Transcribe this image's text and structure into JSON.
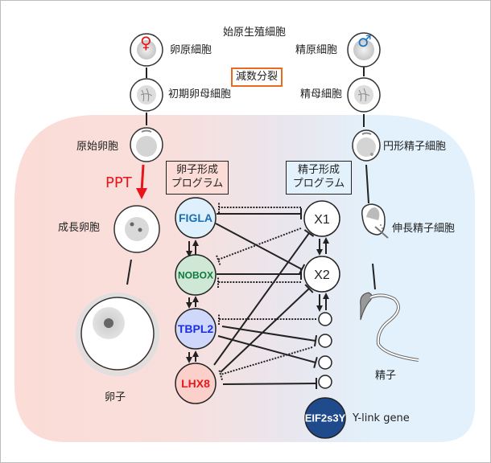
{
  "title": "始原生殖細胞",
  "symbols": {
    "female": "♀",
    "male": "♂"
  },
  "colors": {
    "female_symbol": "#e8141a",
    "male_symbol": "#1a73c5",
    "meiosis_border": "#e86a1a",
    "ppt_arrow": "#e8141a",
    "female_bg": "#fbdcd6",
    "male_bg": "#e2f1fb",
    "figla_fill": "#def0fb",
    "figla_text": "#1b6db5",
    "nobox_fill": "#cfe8d6",
    "nobox_text": "#0e7a3a",
    "tbpl2_fill": "#cfd8fb",
    "tbpl2_text": "#1c2ee0",
    "lhx8_fill": "#fbd0cb",
    "lhx8_text": "#e51a1a",
    "eif_fill": "#1f4a8c",
    "eif_text": "#ffffff"
  },
  "female_lineage": {
    "oogonium": "卵原細胞",
    "primary_oocyte": "初期卵母細胞",
    "primordial_follicle": "原始卵胞",
    "growing_follicle": "成長卵胞",
    "egg": "卵子"
  },
  "male_lineage": {
    "spermatogonium": "精原細胞",
    "spermatocyte": "精母細胞",
    "round_spermatid": "円形精子細胞",
    "elongated_spermatid": "伸長精子細胞",
    "sperm": "精子"
  },
  "meiosis_label": "減数分裂",
  "ppt_label": "PPT",
  "oogenesis_program": {
    "line1": "卵子形成",
    "line2": "プログラム"
  },
  "spermatogenesis_program": {
    "line1": "精子形成",
    "line2": "プログラム"
  },
  "female_genes": [
    "FIGLA",
    "NOBOX",
    "TBPL2",
    "LHX8"
  ],
  "male_genes": [
    "X1",
    "X2",
    "",
    "",
    "",
    ""
  ],
  "y_gene": {
    "name": "EIF2s3Y",
    "label": "Y-link gene"
  },
  "network": {
    "repressions_solid": [
      {
        "from": "FIGLA",
        "to": "X1"
      },
      {
        "from": "FIGLA",
        "to": "X2"
      },
      {
        "from": "NOBOX",
        "to": "X2"
      },
      {
        "from": "TBPL2",
        "to": "M4"
      },
      {
        "from": "TBPL2",
        "to": "M5"
      },
      {
        "from": "LHX8",
        "to": "X1"
      },
      {
        "from": "LHX8",
        "to": "X2"
      },
      {
        "from": "LHX8",
        "to": "M6"
      }
    ],
    "repressions_dotted": [
      {
        "from": "X1",
        "to": "FIGLA"
      },
      {
        "from": "X1",
        "to": "NOBOX"
      },
      {
        "from": "X2",
        "to": "NOBOX"
      },
      {
        "from": "M3",
        "to": "TBPL2"
      },
      {
        "from": "M4",
        "to": "LHX8"
      }
    ]
  }
}
